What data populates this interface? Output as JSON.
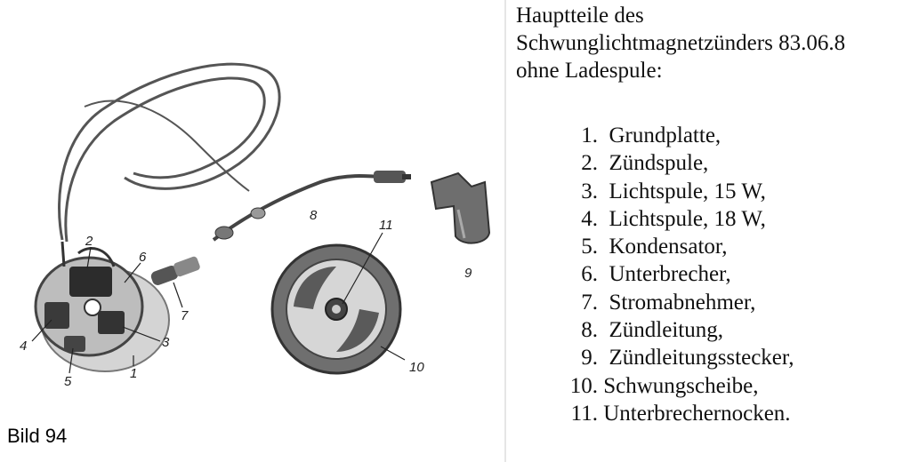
{
  "figure": {
    "caption": "Bild 94",
    "callouts": [
      "2",
      "6",
      "4",
      "3",
      "1",
      "5",
      "7",
      "8",
      "9",
      "11",
      "10"
    ]
  },
  "heading": {
    "line1": "Hauptteile des",
    "line2": "Schwunglichtmagnetzünders 83.06.8",
    "line3": "ohne Ladespule:"
  },
  "parts": [
    {
      "num": "1.",
      "label": "Grundplatte,"
    },
    {
      "num": "2.",
      "label": "Zündspule,"
    },
    {
      "num": "3.",
      "label": "Lichtspule, 15 W,"
    },
    {
      "num": "4.",
      "label": "Lichtspule, 18 W,"
    },
    {
      "num": "5.",
      "label": "Kondensator,"
    },
    {
      "num": "6.",
      "label": "Unterbrecher,"
    },
    {
      "num": "7.",
      "label": "Stromabnehmer,"
    },
    {
      "num": "8.",
      "label": "Zündleitung,"
    },
    {
      "num": "9.",
      "label": "Zündleitungsstecker,"
    },
    {
      "num": "10.",
      "label": "Schwungscheibe,"
    },
    {
      "num": "11.",
      "label": "Unterbrechernocken."
    }
  ]
}
